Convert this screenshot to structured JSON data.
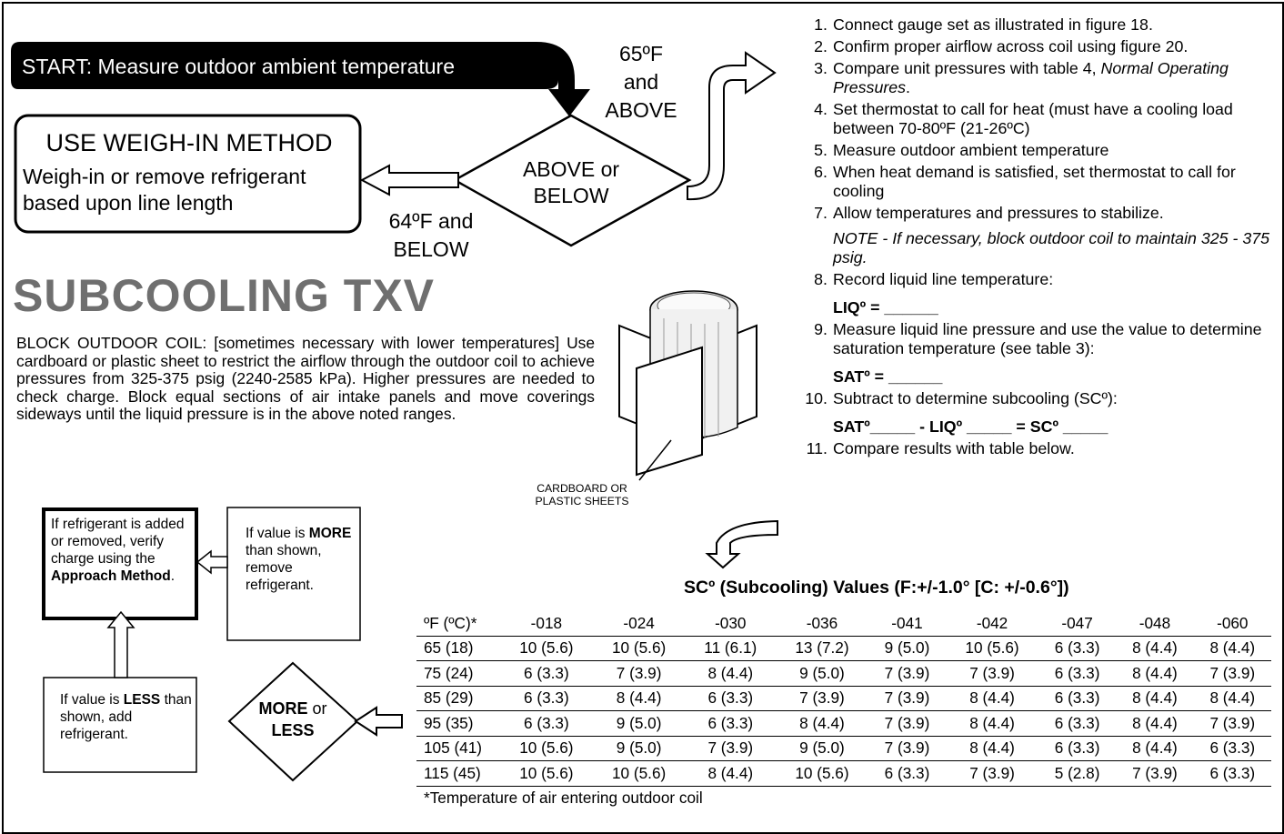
{
  "flow": {
    "start": "START: Measure outdoor ambient temperature",
    "weigh_in_title": "USE WEIGH-IN METHOD",
    "weigh_in_body": "Weigh-in or remove refrigerant based upon line length",
    "decision_label_1": "ABOVE or",
    "decision_label_2": "BELOW",
    "above_label_1": "65ºF",
    "above_label_2": "and",
    "above_label_3": "ABOVE",
    "below_label_1": "64ºF and",
    "below_label_2": "BELOW"
  },
  "heading": "SUBCOOLING TXV",
  "block_outdoor_coil": "BLOCK OUTDOOR COIL: [sometimes necessary with lower temperatures] Use cardboard or plastic sheet to restrict the airflow through the outdoor coil to achieve pressures from 325-375 psig (2240-2585 kPa). Higher pressures are needed to check charge. Block equal sections of air intake panels and move coverings sideways until the liquid pressure is in the above noted ranges.",
  "illustration_caption_1": "CARDBOARD OR",
  "illustration_caption_2": "PLASTIC SHEETS",
  "decision2": {
    "more_label": "MORE",
    "or_label": " or",
    "less_label": "LESS",
    "approach_pre": "If refrigerant is added or removed, verify charge using the ",
    "approach_bold": "Approach Method",
    "approach_post": ".",
    "more_pre": "If value is ",
    "more_bold": "MORE",
    "more_post": " than shown, remove refrigerant.",
    "less_pre": "If value is ",
    "less_bold": "LESS",
    "less_post": " than shown, add refrigerant."
  },
  "steps": [
    {
      "num": "1.",
      "text": "Connect gauge set as illustrated in figure 18."
    },
    {
      "num": "2.",
      "text": "Confirm proper airflow across coil using figure 20."
    },
    {
      "num": "3.",
      "text": "Compare unit pressures with table 4, ",
      "italic": "Normal Operating Pressures",
      "after": "."
    },
    {
      "num": "4.",
      "text": "Set thermostat to call for heat (must have a cooling load between 70-80ºF (21-26ºC)"
    },
    {
      "num": "5.",
      "text": "Measure outdoor ambient temperature"
    },
    {
      "num": "6.",
      "text": "When heat demand is satisfied, set thermostat to call for cooling"
    },
    {
      "num": "7.",
      "text": "Allow temperatures and pressures to stabilize.",
      "note": "NOTE - If necessary, block outdoor coil to maintain 325 - 375 psig."
    },
    {
      "num": "8.",
      "text": "Record liquid line temperature:",
      "fill": "LIQº = ______"
    },
    {
      "num": "9.",
      "text": "Measure liquid line pressure and use the value to determine saturation temperature (see table 3):",
      "fill": "SATº = ______"
    },
    {
      "num": "10.",
      "text": "Subtract to determine subcooling (SCº):",
      "fill": "SATº_____ - LIQº _____ = SCº _____"
    },
    {
      "num": "11.",
      "text": "Compare results with table below."
    }
  ],
  "table": {
    "title": "SCº (Subcooling) Values (F:+/-1.0° [C: +/-0.6°])",
    "headers": [
      "ºF (ºC)*",
      "-018",
      "-024",
      "-030",
      "-036",
      "-041",
      "-042",
      "-047",
      "-048",
      "-060"
    ],
    "rows": [
      [
        "65 (18)",
        "10 (5.6)",
        "10 (5.6)",
        "11 (6.1)",
        "13 (7.2)",
        "9 (5.0)",
        "10 (5.6)",
        "6 (3.3)",
        "8 (4.4)",
        "8 (4.4)"
      ],
      [
        "75 (24)",
        "6 (3.3)",
        "7 (3.9)",
        "8 (4.4)",
        "9 (5.0)",
        "7 (3.9)",
        "7 (3.9)",
        "6 (3.3)",
        "8 (4.4)",
        "7 (3.9)"
      ],
      [
        "85 (29)",
        "6 (3.3)",
        "8 (4.4)",
        "6 (3.3)",
        "7 (3.9)",
        "7 (3.9)",
        "8 (4.4)",
        "6 (3.3)",
        "8 (4.4)",
        "8 (4.4)"
      ],
      [
        "95 (35)",
        "6 (3.3)",
        "9 (5.0)",
        "6 (3.3)",
        "8 (4.4)",
        "7 (3.9)",
        "8 (4.4)",
        "6 (3.3)",
        "8 (4.4)",
        "7 (3.9)"
      ],
      [
        "105 (41)",
        "10 (5.6)",
        "9 (5.0)",
        "7 (3.9)",
        "9 (5.0)",
        "7 (3.9)",
        "8 (4.4)",
        "6 (3.3)",
        "8 (4.4)",
        "6 (3.3)"
      ],
      [
        "115 (45)",
        "10 (5.6)",
        "10 (5.6)",
        "8 (4.4)",
        "10 (5.6)",
        "6 (3.3)",
        "7 (3.9)",
        "5 (2.8)",
        "7 (3.9)",
        "6 (3.3)"
      ]
    ],
    "footnote": "*Temperature of air entering outdoor coil"
  }
}
